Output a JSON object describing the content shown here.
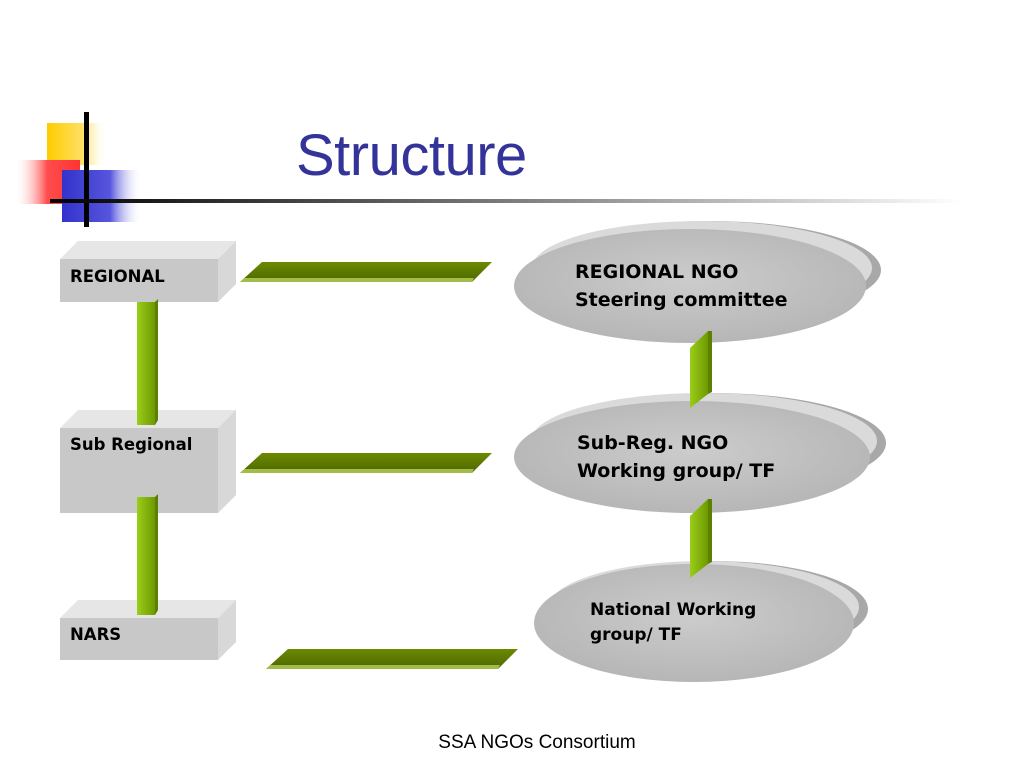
{
  "slide": {
    "title": "Structure",
    "footer": "SSA NGOs Consortium"
  },
  "left_boxes": [
    {
      "label": "REGIONAL"
    },
    {
      "label": "Sub Regional"
    },
    {
      "label": "NARS"
    }
  ],
  "right_ellipses": [
    {
      "line1": "REGIONAL NGO",
      "line2": "Steering committee"
    },
    {
      "line1": "Sub-Reg. NGO",
      "line2": "Working group/ TF"
    },
    {
      "line1": "National Working",
      "line2": "group/ TF"
    }
  ],
  "colors": {
    "title": "#33339a",
    "box_face": "#c8c8c8",
    "connector": "#5f7a00",
    "vertical_connector": "#8ab800",
    "ellipse": "#c4c4c4"
  }
}
